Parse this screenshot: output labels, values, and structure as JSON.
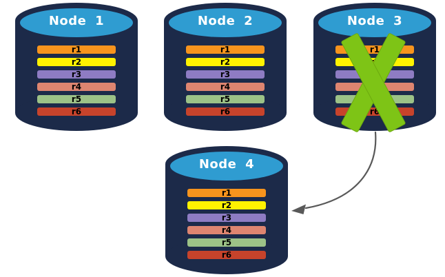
{
  "diagram": {
    "background": "#FFFFFF",
    "nodes": [
      {
        "title": "Node 1",
        "failed": false,
        "rows": [
          {
            "label": "r1",
            "color": "#F7941D"
          },
          {
            "label": "r2",
            "color": "#FFF200"
          },
          {
            "label": "r3",
            "color": "#8E7CC3"
          },
          {
            "label": "r4",
            "color": "#DE8570"
          },
          {
            "label": "r5",
            "color": "#9CC287"
          },
          {
            "label": "r6",
            "color": "#C7432B"
          }
        ]
      },
      {
        "title": "Node 2",
        "failed": false,
        "rows": [
          {
            "label": "r1",
            "color": "#F7941D"
          },
          {
            "label": "r2",
            "color": "#FFF200"
          },
          {
            "label": "r3",
            "color": "#8E7CC3"
          },
          {
            "label": "r4",
            "color": "#DE8570"
          },
          {
            "label": "r5",
            "color": "#9CC287"
          },
          {
            "label": "r6",
            "color": "#C7432B"
          }
        ]
      },
      {
        "title": "Node 3",
        "failed": true,
        "rows": [
          {
            "label": "r1",
            "color": "#F7941D"
          },
          {
            "label": "r2",
            "color": "#FFF200"
          },
          {
            "label": "r3",
            "color": "#8E7CC3"
          },
          {
            "label": "r4",
            "color": "#DE8570"
          },
          {
            "label": "r5",
            "color": "#9CC287"
          },
          {
            "label": "r6",
            "color": "#C7432B"
          }
        ]
      },
      {
        "title": "Node 4",
        "failed": false,
        "rows": [
          {
            "label": "r1",
            "color": "#F7941D"
          },
          {
            "label": "r2",
            "color": "#FFF200"
          },
          {
            "label": "r3",
            "color": "#8E7CC3"
          },
          {
            "label": "r4",
            "color": "#DE8570"
          },
          {
            "label": "r5",
            "color": "#9CC287"
          },
          {
            "label": "r6",
            "color": "#C7432B"
          }
        ]
      }
    ],
    "colors": {
      "cylinder_body": "#1C2A49",
      "cylinder_top": "#2F9CD1",
      "node_title_text": "#FFFFFF",
      "row_label_text": "#000000",
      "failure_x": "#7EC416",
      "failure_x_edge": "#6CA90F",
      "arrow": "#595959"
    },
    "failure_icon": "green-x-mark",
    "arrow": {
      "from": "Node 3",
      "to": "Node 4"
    }
  }
}
